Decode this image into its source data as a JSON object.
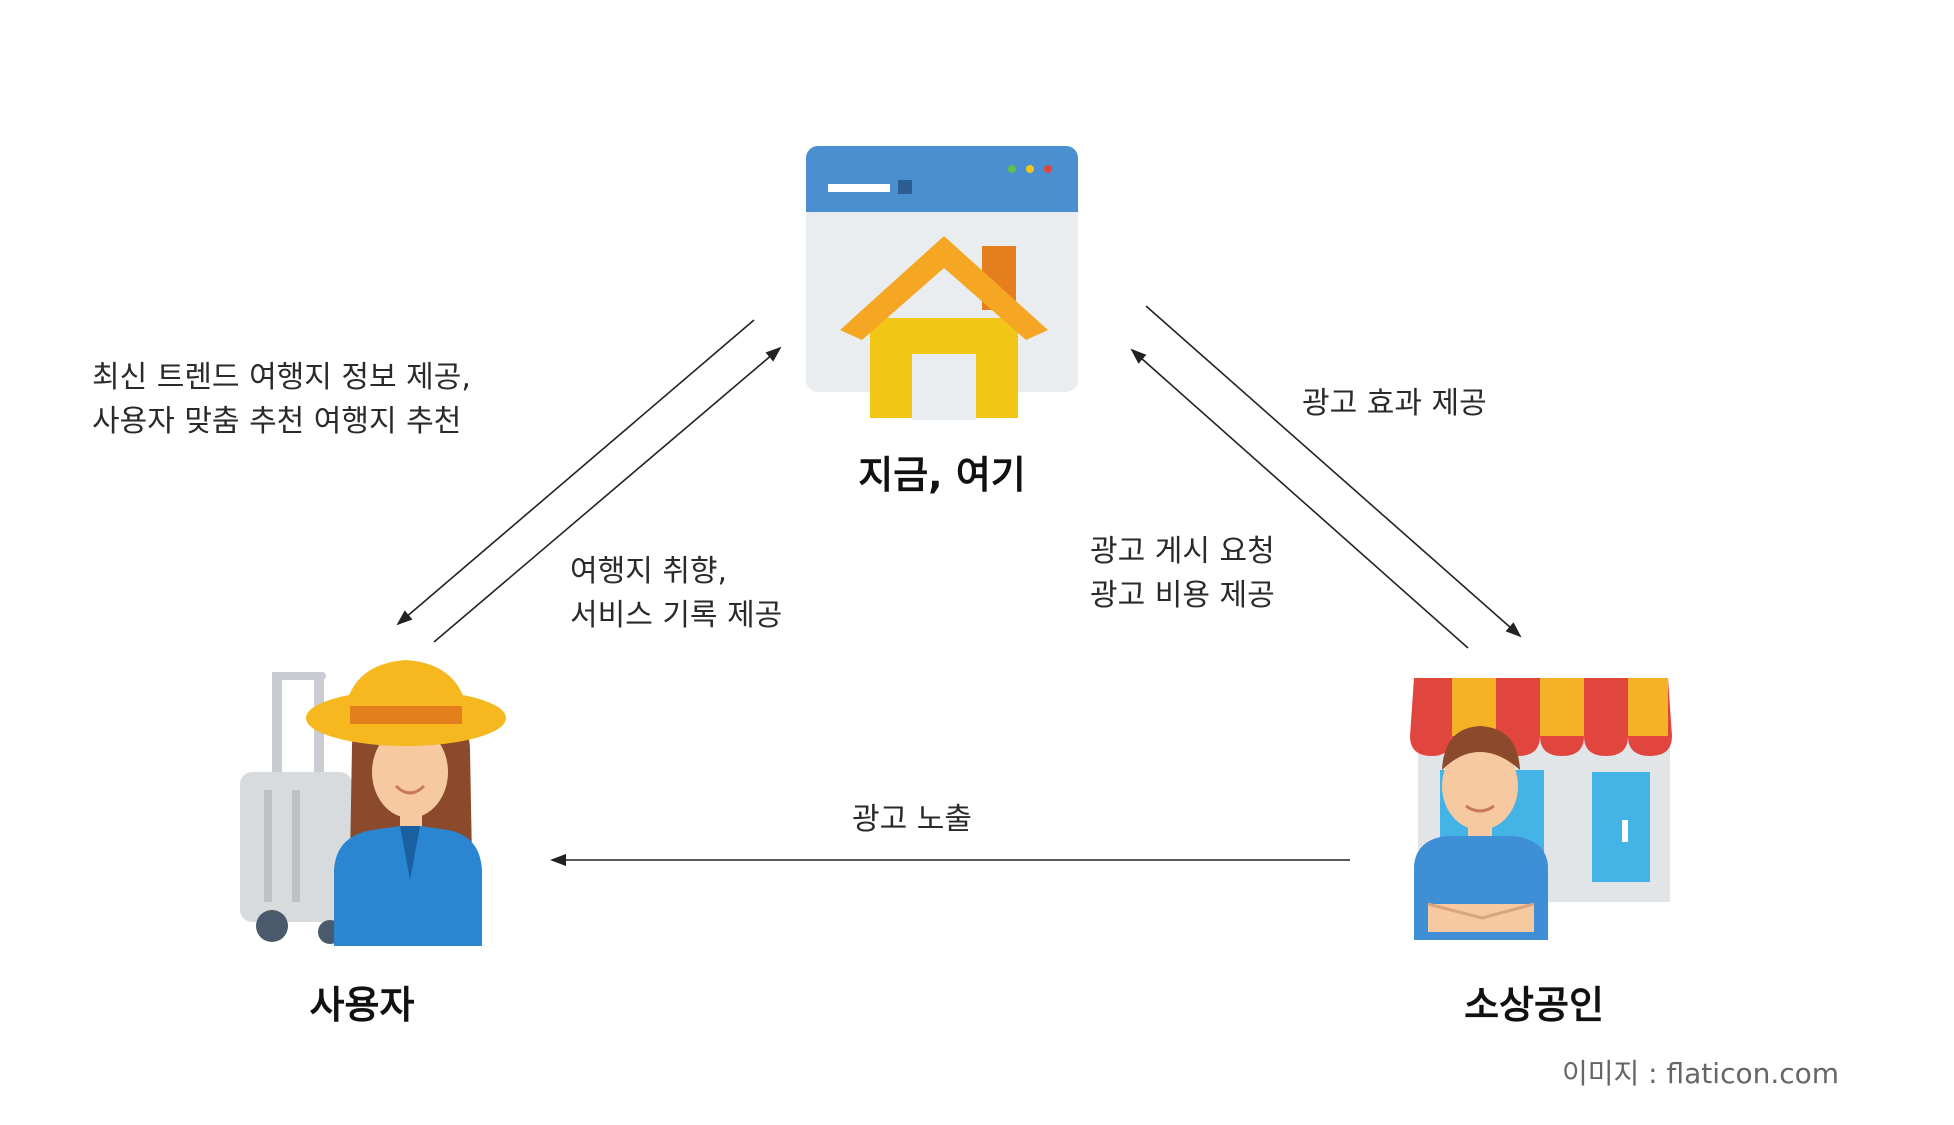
{
  "nodes": {
    "platform": {
      "label": "지금, 여기"
    },
    "user": {
      "label": "사용자"
    },
    "merchant": {
      "label": "소상공인"
    }
  },
  "edges": {
    "platform_to_user": {
      "lines": [
        "최신 트렌드 여행지 정보 제공,",
        "사용자 맞춤 추천 여행지 추천"
      ]
    },
    "user_to_platform": {
      "lines": [
        "여행지 취향,",
        "서비스 기록 제공"
      ]
    },
    "platform_to_merchant": {
      "lines": [
        "광고 효과 제공"
      ]
    },
    "merchant_to_platform": {
      "lines": [
        "광고 게시 요청",
        "광고 비용 제공"
      ]
    },
    "merchant_to_user": {
      "lines": [
        "광고 노출"
      ]
    }
  },
  "credit": "이미지 : flaticon.com",
  "colors": {
    "browser_bar": "#4A90D0",
    "browser_body": "#E9EDF0",
    "roof": "#F5A623",
    "house_wall": "#F2C617",
    "chimney": "#E57F1E",
    "hat": "#F6B71F",
    "jacket": "#2A86D1",
    "awning_red": "#E0463E",
    "awning_yellow": "#F6B227",
    "shirt": "#3E8FD6",
    "window": "#44B3E6"
  },
  "icons": [
    "browser-house-icon",
    "traveler-woman-icon",
    "shopkeeper-store-icon"
  ]
}
